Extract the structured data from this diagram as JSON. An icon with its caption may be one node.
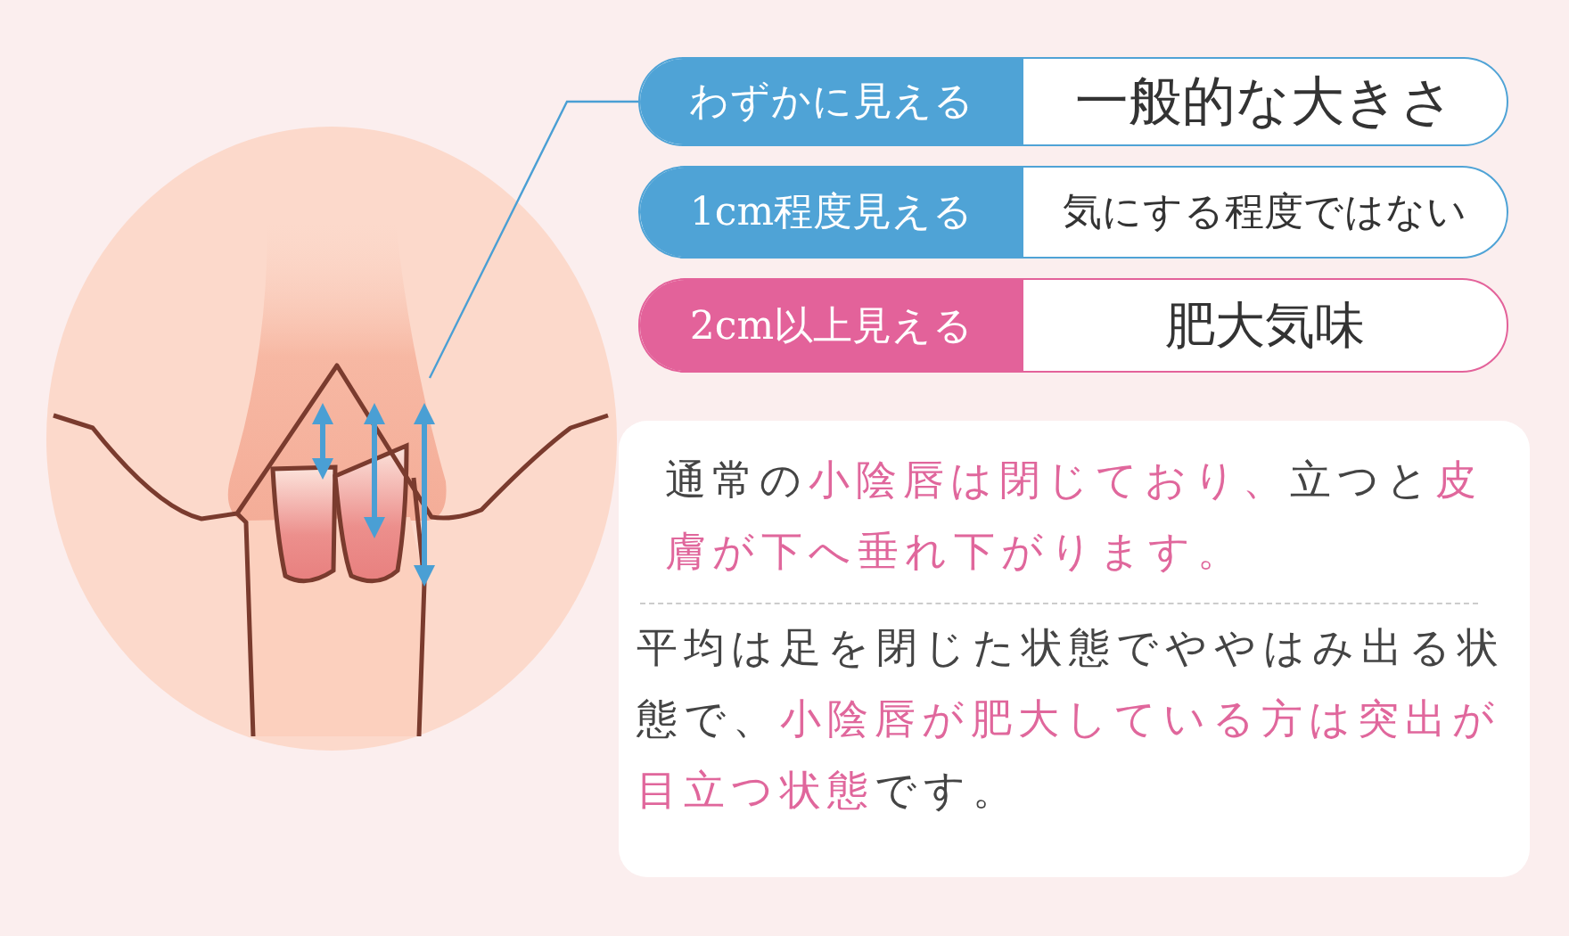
{
  "diagram": {
    "nodes": [
      {
        "text": [],
        "shape": "picture"
      },
      {
        "text": [
          "わずかに見える",
          "一般的な大きさ"
        ]
      },
      {
        "text": [
          "1cm程度見える",
          "気にする程度ではない"
        ]
      },
      {
        "text": [
          "2cm以上見える",
          "肥大気味"
        ]
      },
      {
        "text": [
          "通常の**小陰唇は閉じており、**立つと**皮膚が下へ垂れ下がります。**",
          "平均は足を閉じた状態でややはみ出る状態で、**小陰唇が肥大している方は突出が目立つ状態**です。"
        ]
      }
    ],
    "edges": [
      {
        "from": 0,
        "to": 1,
        "arrow": "none",
        "color": "#4a9fd4"
      }
    ]
  }
}
